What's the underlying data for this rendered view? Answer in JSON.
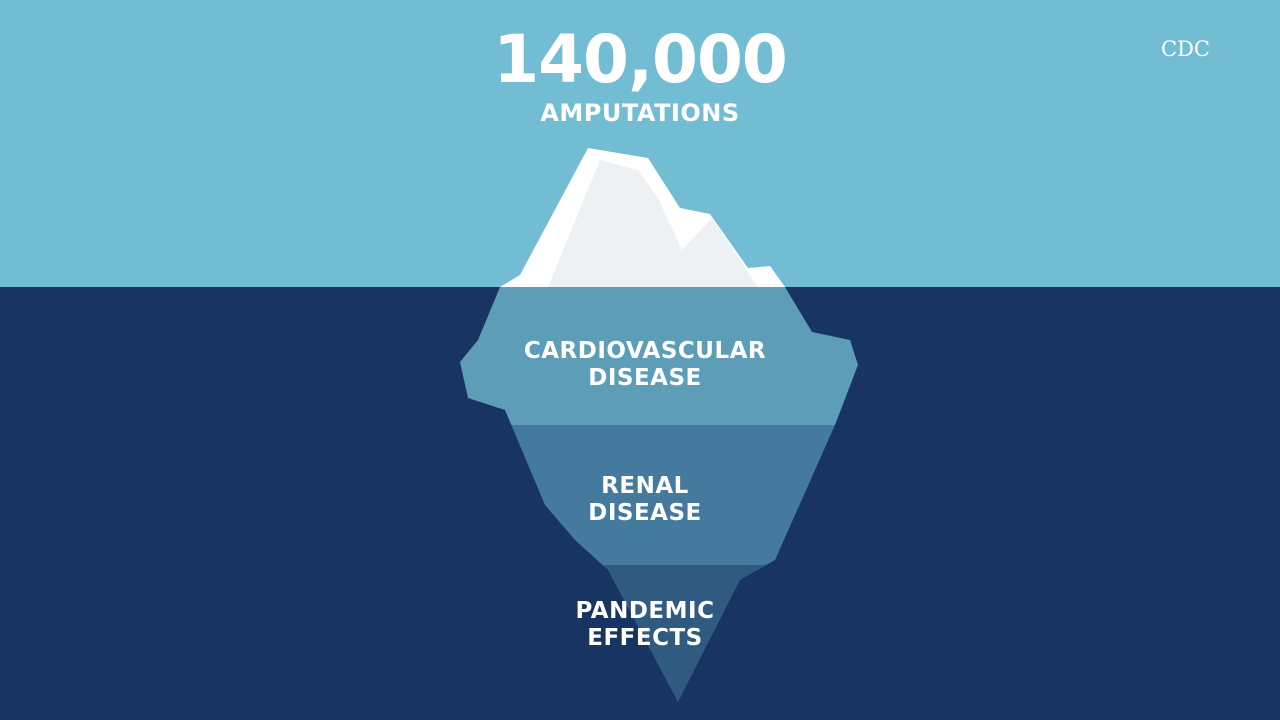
{
  "headline": {
    "value": "140,000",
    "label": "AMPUTATIONS"
  },
  "source": "CDC",
  "layers": [
    {
      "line1": "CARDIOVASCULAR",
      "line2": "DISEASE"
    },
    {
      "line1": "RENAL",
      "line2": "DISEASE"
    },
    {
      "line1": "PANDEMIC",
      "line2": "EFFECTS"
    }
  ],
  "colors": {
    "sky": "#72bdd3",
    "sea": "#183463",
    "ice_tip": "#ffffff",
    "ice_tip_shade": "#eef1f4",
    "layer_1": "#5e9db8",
    "layer_2": "#447a9d",
    "layer_3": "#305a80"
  }
}
